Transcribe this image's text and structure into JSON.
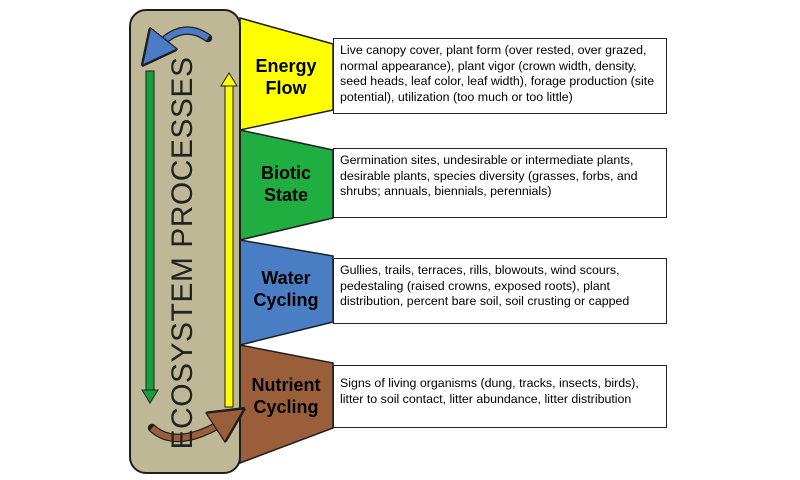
{
  "title": "ECOSYSTEM PROCESSES",
  "colors": {
    "panel": "#bfb897",
    "panel_border": "#1e1e1e",
    "energy": "#ffff00",
    "biotic": "#1fae3f",
    "water": "#4a7ec4",
    "nutrient": "#9a5f3a",
    "green_arrow": "#15a13a",
    "yellow_arrow": "#ffff00",
    "blue_curve": "#4a7bc4",
    "brown_curve": "#9a5f3a"
  },
  "processes": [
    {
      "title_line1": "Energy",
      "title_line2": "Flow",
      "description": "Live canopy cover, plant form (over rested, over grazed, normal appearance), plant vigor (crown width, density, seed heads, leaf color, leaf width), forage production (site potential), utilization (too much or too little)"
    },
    {
      "title_line1": "Biotic",
      "title_line2": "State",
      "description": "Germination sites, undesirable or intermediate plants, desirable plants, species diversity (grasses, forbs, and shrubs; annuals, biennials, perennials)"
    },
    {
      "title_line1": "Water",
      "title_line2": "Cycling",
      "description": "Gullies, trails, terraces, rills, blowouts, wind scours, pedestaling (raised crowns, exposed roots), plant distribution, percent bare soil, soil crusting or capped"
    },
    {
      "title_line1": "Nutrient",
      "title_line2": "Cycling",
      "description": "Signs of living organisms (dung, tracks, insects, birds), litter to soil contact, litter abundance, litter distribution"
    }
  ]
}
